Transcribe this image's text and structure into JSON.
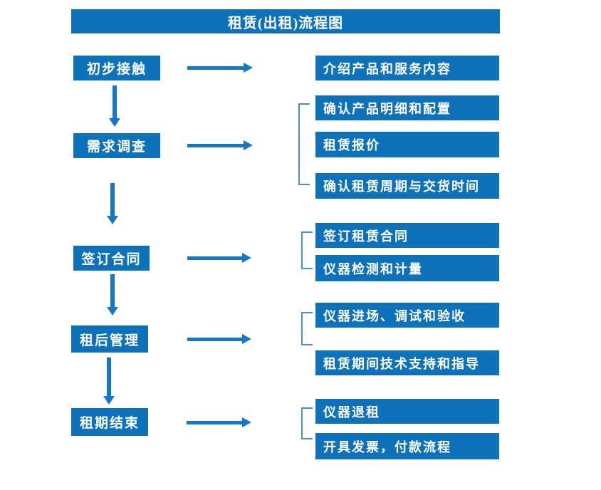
{
  "title": "租赁(出租)流程图",
  "flow": [
    {
      "step": "初步接触",
      "details": [
        "介绍产品和服务内容"
      ]
    },
    {
      "step": "需求调查",
      "details": [
        "确认产品明细和配置",
        "租赁报价",
        "确认租赁周期与交货时间"
      ]
    },
    {
      "step": "签订合同",
      "details": [
        "签订租赁合同",
        "仪器检测和计量"
      ]
    },
    {
      "step": "租后管理",
      "details": [
        "仪器进场、调试和验收",
        "租赁期间技术支持和指导"
      ]
    },
    {
      "step": "租期结束",
      "details": [
        "仪器退租",
        "开具发票，付款流程"
      ]
    }
  ],
  "colors": {
    "box_blue": "#0D72BA",
    "arrow_blue": "#1477C8",
    "bracket_blue": "#4D8FC4",
    "text_on_blue": "#FFFFFF",
    "background": "#FFFFFF"
  }
}
